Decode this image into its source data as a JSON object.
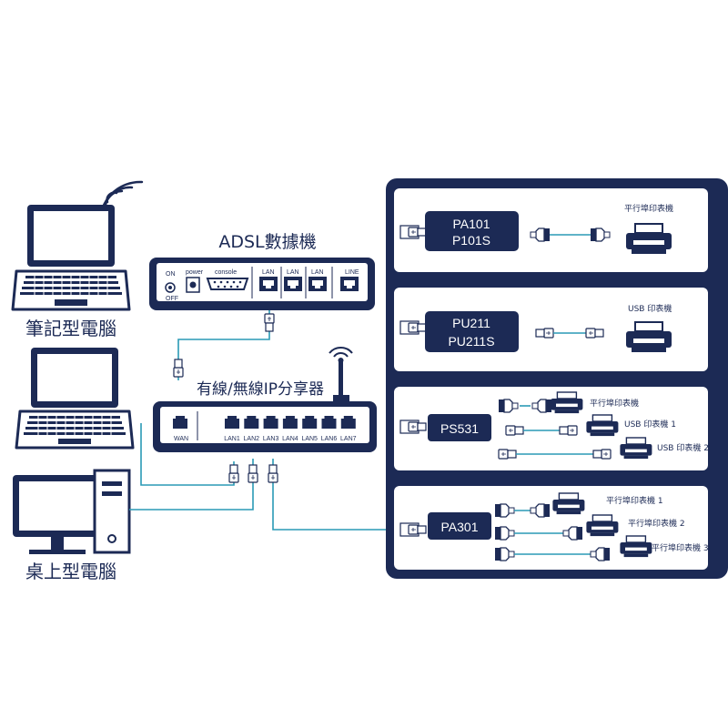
{
  "colors": {
    "navy": "#1c2a55",
    "cable": "#2a9ab5",
    "panel_bg": "#ffffff"
  },
  "devices": {
    "adsl_modem": {
      "title": "ADSL數據機",
      "switch_on": "ON",
      "switch_off": "OFF",
      "power": "power",
      "console": "console",
      "lan": "LAN",
      "line": "LINE"
    },
    "router": {
      "title": "有線/無線IP分享器",
      "wan": "WAN",
      "ports": [
        "LAN1",
        "LAN2",
        "LAN3",
        "LAN4",
        "LAN5",
        "LAN6",
        "LAN7"
      ]
    },
    "laptop": {
      "label": "筆記型電腦"
    },
    "desktop": {
      "label": "桌上型電腦"
    }
  },
  "servers": [
    {
      "model_line1": "PA101",
      "model_line2": "P101S",
      "printers": [
        "平行埠印表機"
      ]
    },
    {
      "model_line1": "PU211",
      "model_line2": "PU211S",
      "printers": [
        "USB 印表機"
      ]
    },
    {
      "model_line1": "PS531",
      "model_line2": "",
      "printers": [
        "平行埠印表機",
        "USB 印表機 1",
        "USB 印表機 2"
      ]
    },
    {
      "model_line1": "PA301",
      "model_line2": "",
      "printers": [
        "平行埠印表機 1",
        "平行埠印表機 2",
        "平行埠印表機 3"
      ]
    }
  ]
}
